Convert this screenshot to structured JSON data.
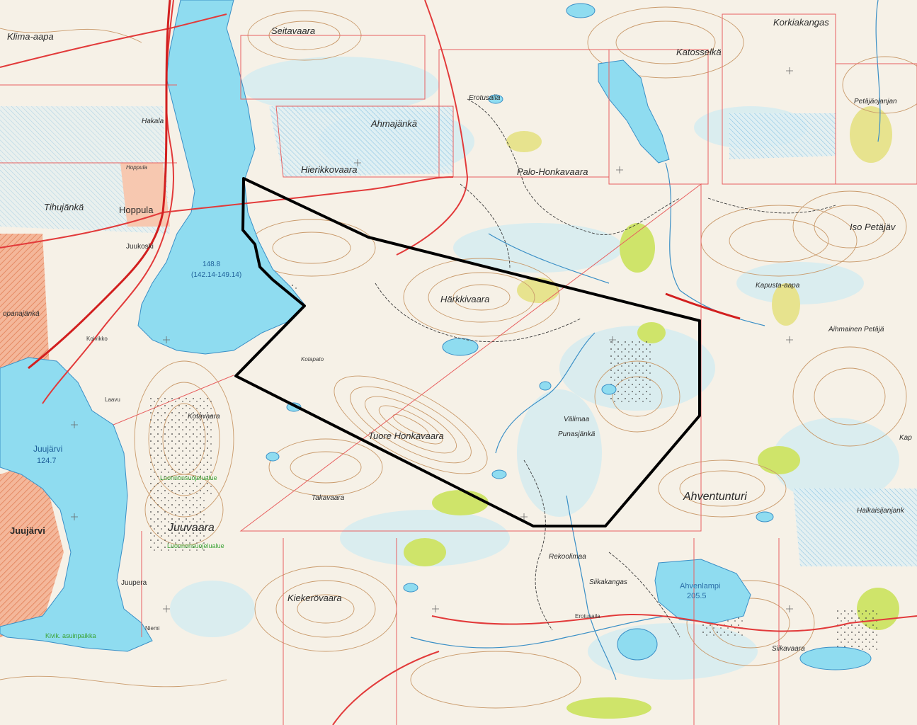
{
  "map": {
    "colors": {
      "land": "#f6f1e7",
      "water": "#8fdcf0",
      "lake_outline": "#3a8fc6",
      "marsh_light": "#d8ecef",
      "fields": "#f3a17e",
      "yellow_meadow": "#e7e38e",
      "green_meadow": "#cfe46a",
      "contour": "#c99a6b",
      "roads_red": "#e23a3a",
      "property_lines": "#e86060",
      "paths": "#3b3b3b",
      "project_boundary": "#000000"
    },
    "places": {
      "klima_aapa": "Klima-aapa",
      "seitavaara": "Seitavaara",
      "korkiakangas": "Korkiakangas",
      "katosselka": "Katosselkä",
      "ahmajanka": "Ahmajänkä",
      "hierikkovaara": "Hierikkovaara",
      "palo_honkavaara": "Palo-Honkavaara",
      "tihujanka": "Tihujänkä",
      "hoppula": "Hoppula",
      "hoppula_small": "Hoppula",
      "hakala": "Hakala",
      "juukoski": "Juukoski",
      "iso_petaja": "Iso Petäjäv",
      "petajaojanjan": "Petäjäojanjan",
      "kapusta_aapa": "Kapusta-aapa",
      "aihmainen": "Aihmainen Petäjä",
      "harkkivaara": "Härkkivaara",
      "kotapato": "Kotapato",
      "tuore_honkavaara": "Tuore Honkavaara",
      "valimaa": "Välimaa",
      "punasjanka": "Punasjänkä",
      "ahventunturi": "Ahventunturi",
      "kotavaara": "Kotavaara",
      "takavaara": "Takavaara",
      "juuvaara": "Juuvaara",
      "juujarvi_village": "Juujärvi",
      "juujarvi_lake": "Juujärvi",
      "juujarvi_elev": "124.7",
      "juupera": "Juupera",
      "kiekerovaara": "Kiekerövaara",
      "rekoolimaa": "Rekoolimaa",
      "siikakangas": "Siikakangas",
      "ahvenlampi": "Ahvenlampi",
      "ahvenlampi_elev": "205.5",
      "siikavaara": "Siikavaara",
      "halkaisijanjank": "Halkaisijanjank",
      "erotusaila_top": "Erotusaila",
      "erotusaila_bottom": "Erotusaila",
      "kivik_asuinpaikka": "Kivik. asuinpaikka",
      "lake_elev": "148.8",
      "lake_reg": "(142.14-149.14)",
      "koivikko": "Koivikko",
      "laavu": "Laavu",
      "niemi": "Niemi",
      "opanajanka": "opanajänkä",
      "kap": "Kap",
      "kotavaara_reserve": "Luonnonsuojelualue",
      "juuvaara_reserve": "Luonnonsuojelualue"
    }
  }
}
